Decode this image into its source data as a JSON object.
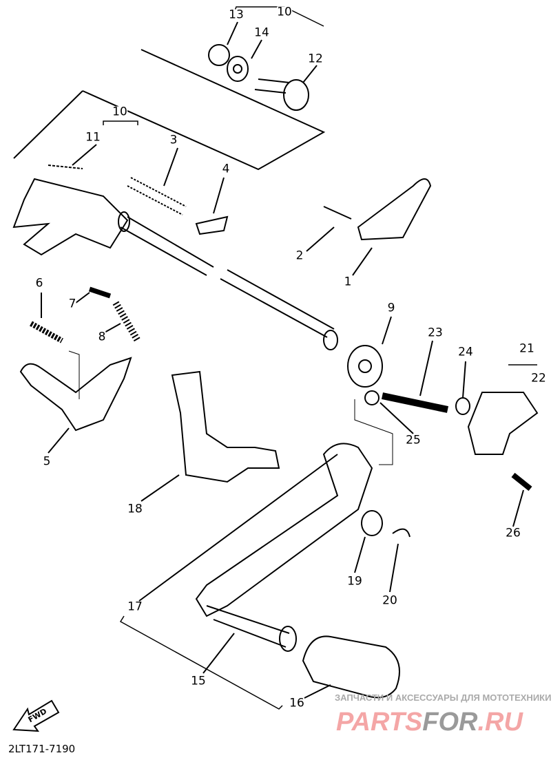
{
  "diagram": {
    "code": "2LT171-7190",
    "fwd_label": "FWD",
    "watermark": {
      "tagline": "ЗАПЧАСТИ И АКСЕССУАРЫ ДЛЯ МОТОТЕХНИКИ",
      "brand_part1": "PARTS",
      "brand_part2": "FOR",
      "brand_part3": ".RU"
    },
    "callouts": [
      "13",
      "10",
      "14",
      "12",
      "10",
      "11",
      "3",
      "4",
      "2",
      "1",
      "6",
      "7",
      "8",
      "9",
      "23",
      "24",
      "21",
      "22",
      "25",
      "5",
      "18",
      "26",
      "17",
      "19",
      "20",
      "15",
      "16"
    ]
  }
}
